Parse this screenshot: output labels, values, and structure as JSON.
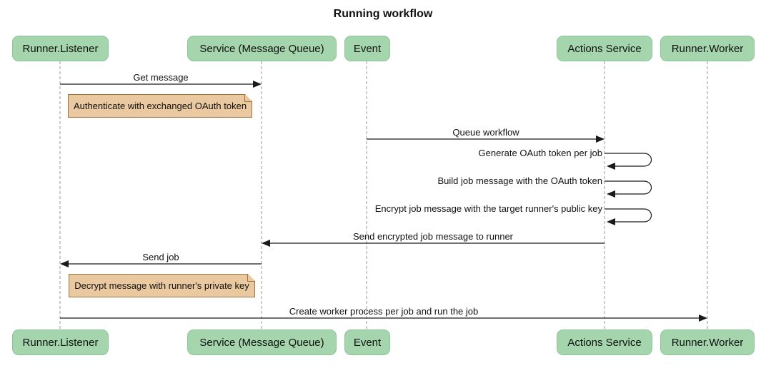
{
  "diagram_title": "Running workflow",
  "diagram_type": "sequence",
  "participants": [
    {
      "id": "runner-listener",
      "label": "Runner.Listener"
    },
    {
      "id": "service-message-queue",
      "label": "Service (Message Queue)"
    },
    {
      "id": "event",
      "label": "Event"
    },
    {
      "id": "actions-service",
      "label": "Actions Service"
    },
    {
      "id": "runner-worker",
      "label": "Runner.Worker"
    }
  ],
  "messages": [
    {
      "label": "Get message",
      "from": "Runner.Listener",
      "to": "Service (Message Queue)",
      "kind": "solid-arrow"
    },
    {
      "label": "Queue workflow",
      "from": "Event",
      "to": "Actions Service",
      "kind": "solid-arrow"
    },
    {
      "label": "Generate OAuth token per job",
      "from": "Actions Service",
      "to": "Actions Service",
      "kind": "self-loop"
    },
    {
      "label": "Build job message with the OAuth token",
      "from": "Actions Service",
      "to": "Actions Service",
      "kind": "self-loop"
    },
    {
      "label": "Encrypt job message with the target runner's public key",
      "from": "Actions Service",
      "to": "Actions Service",
      "kind": "self-loop"
    },
    {
      "label": "Send encrypted job message to runner",
      "from": "Actions Service",
      "to": "Service (Message Queue)",
      "kind": "solid-arrow"
    },
    {
      "label": "Send job",
      "from": "Service (Message Queue)",
      "to": "Runner.Listener",
      "kind": "solid-arrow"
    },
    {
      "label": "Create worker process per job and run the job",
      "from": "Runner.Listener",
      "to": "Runner.Worker",
      "kind": "solid-arrow"
    }
  ],
  "notes": [
    {
      "label": "Authenticate with exchanged OAuth token",
      "position": "right of Runner.Listener"
    },
    {
      "label": "Decrypt message with runner's private key",
      "position": "right of Runner.Listener"
    }
  ],
  "colors": {
    "actor_fill": "#A4D5AC",
    "actor_border": "#8FC49B",
    "note_fill": "#EBC9A0",
    "note_border": "#9E7442",
    "lifeline": "#999999",
    "arrow": "#1A1A1A",
    "text": "#111111",
    "background": "#FFFFFF"
  }
}
